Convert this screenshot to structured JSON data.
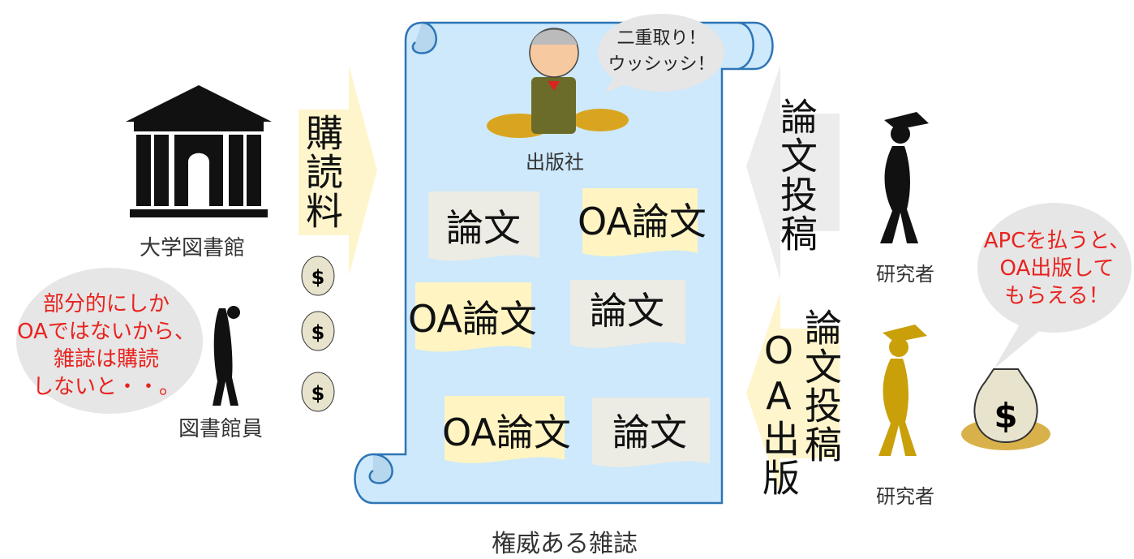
{
  "publisher": {
    "label": "出版社",
    "speech": [
      "二重取り！",
      "ウッシッシ！"
    ]
  },
  "journal": {
    "caption": "権威ある雑誌"
  },
  "papers": [
    {
      "text": "論文",
      "oa": false
    },
    {
      "text": "OA論文",
      "oa": true
    },
    {
      "text": "OA論文",
      "oa": true
    },
    {
      "text": "論文",
      "oa": false
    },
    {
      "text": "OA論文",
      "oa": true
    },
    {
      "text": "論文",
      "oa": false
    }
  ],
  "left": {
    "library_label": "大学図書館",
    "arrow_text": "購読料",
    "librarian_label": "図書館員",
    "librarian_speech": [
      "部分的にしか",
      "OAではないから、",
      "雑誌は購読",
      "しないと・・。"
    ]
  },
  "right": {
    "submit_arrow_text": "論文投稿",
    "oa_arrow_text_1": "OA出版",
    "oa_arrow_text_2": "論文投稿",
    "researcher_label_1": "研究者",
    "researcher_label_2": "研究者",
    "researcher_speech": [
      "APCを払うと、",
      "OA出版して",
      "もらえる！"
    ]
  },
  "colors": {
    "scroll_fill": "#cde9fb",
    "scroll_stroke": "#2e75b6",
    "oa_highlight": "#fff4c2",
    "arrow_yellow": "#fff5cc",
    "arrow_gray": "#ececec",
    "speech_red": "#e8231f"
  }
}
